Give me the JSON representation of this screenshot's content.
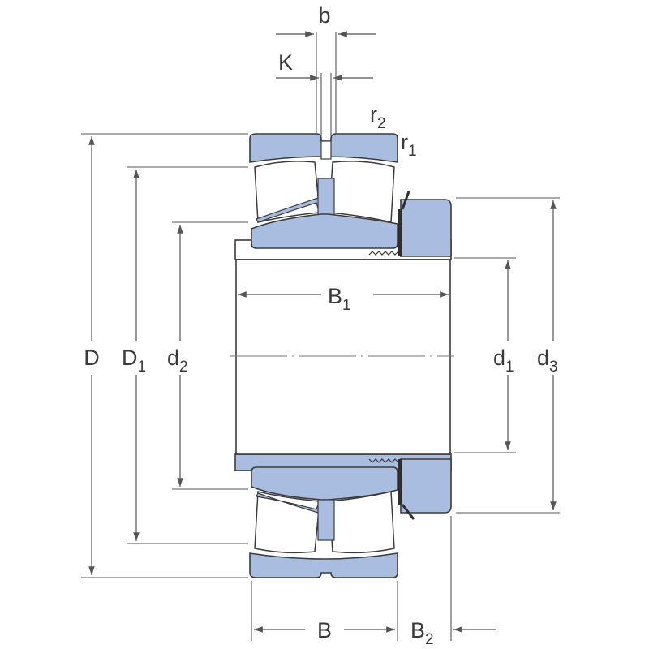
{
  "diagram": {
    "labels": {
      "b": "b",
      "K": "K",
      "r2": {
        "base": "r",
        "sub": "2"
      },
      "r1": {
        "base": "r",
        "sub": "1"
      },
      "D": "D",
      "D1": {
        "base": "D",
        "sub": "1"
      },
      "d2": {
        "base": "d",
        "sub": "2"
      },
      "B1": {
        "base": "B",
        "sub": "1"
      },
      "d1": {
        "base": "d",
        "sub": "1"
      },
      "d3": {
        "base": "d",
        "sub": "3"
      },
      "B": "B",
      "B2": {
        "base": "B",
        "sub": "2"
      }
    },
    "colors": {
      "part_fill": "#a9bde0",
      "outline": "#3c3c3c",
      "dimension": "#555555",
      "text": "#3a3a3a"
    }
  }
}
